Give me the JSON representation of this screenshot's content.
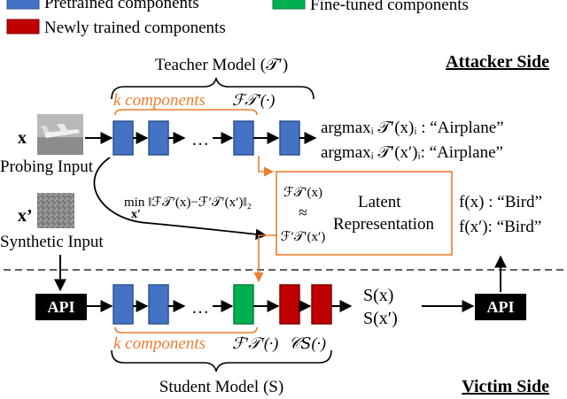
{
  "legend": {
    "pretrained": "Pretrained components",
    "finetuned": "Fine-tuned components",
    "newly_trained": "Newly trained components"
  },
  "teacher_model_label": "Teacher Model (𝒯′)",
  "attacker_side": "Attacker Side",
  "victim_side": "Victim Side",
  "teacher_k_components": "k components",
  "teacher_F": "ℱ𝒯′(·)",
  "x_label": "x",
  "probing_input": "Probing Input",
  "x_prime_label": "x’",
  "synthetic_input": "Synthetic Input",
  "argmax_x": "argmaxᵢ 𝒯′(x)ᵢ : “Airplane”",
  "argmax_xp": "argmaxᵢ 𝒯′(x′)ᵢ: “Airplane”",
  "min_expr": "min ‖ℱ𝒯′(x)−ℱ′𝒯′(x′)‖₂",
  "min_sub": "x′",
  "latent_F_x": "ℱ𝒯′(x)",
  "latent_approx": "≈",
  "latent_F_xp": "ℱ′𝒯′(x′)",
  "latent_text_1": "Latent",
  "latent_text_2": "Representation",
  "f_x": "f(x) : “Bird”",
  "f_xp": "f(x′): “Bird”",
  "api_left": "API",
  "api_right": "API",
  "s_x": "S(x)",
  "s_xp": "S(x′)",
  "ellipsis": "…",
  "student_k_components": "k components",
  "student_F": "ℱ′𝒯′(·)",
  "student_C": "𝒞𝑆(·)",
  "student_model_label": "Student Model (S)",
  "colors": {
    "pretrained": "#4472c4",
    "finetuned": "#00b050",
    "newly_trained": "#c00000",
    "orange": "#ed7d31",
    "black": "#000000"
  }
}
